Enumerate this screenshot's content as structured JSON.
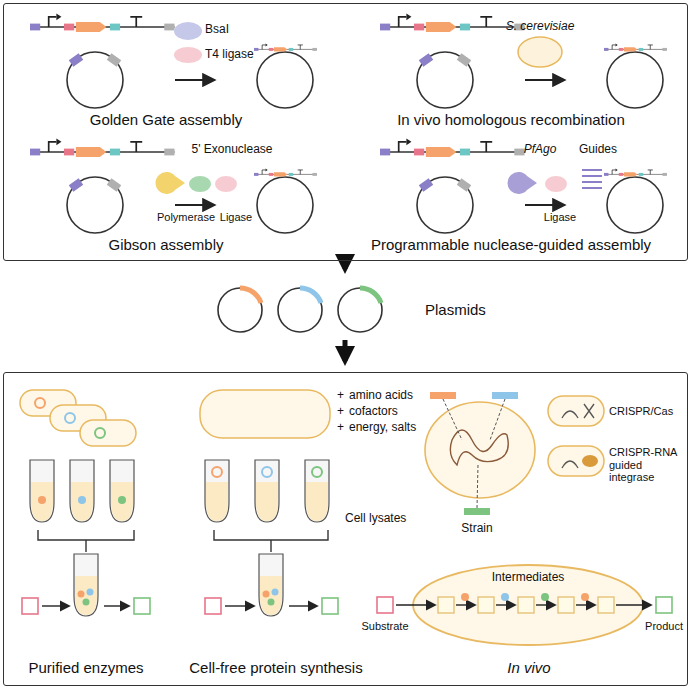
{
  "diagram": {
    "nodes": [
      {
        "text": [
          "Golden Gate assembly",
          "In vivo homologous recombination",
          "Gibson assembly",
          "Programmable nuclease-guided assembly"
        ]
      },
      {
        "text": [
          "Plasmids"
        ]
      },
      {
        "text": [
          "Purified enzymes",
          "Cell-free protein synthesis",
          "In vivo"
        ]
      }
    ],
    "edges": [
      {
        "from": 0,
        "to": 1,
        "arrow": "to"
      },
      {
        "from": 1,
        "to": 2,
        "arrow": "to"
      }
    ],
    "labels": [
      "BsaI",
      "T4 ligase",
      "S. cerevisiae",
      "5' Exonuclease",
      "Polymerase",
      "Ligase",
      "PfAgo",
      "Guides",
      "Ligase",
      "+",
      "amino acids",
      "+",
      "cofactors",
      "+",
      "energy, salts",
      "Cell lysates",
      "Strain",
      "CRISPR/Cas",
      "CRISPR-RNA guided integrase",
      "Intermediates",
      "Substrate",
      "Product"
    ]
  }
}
